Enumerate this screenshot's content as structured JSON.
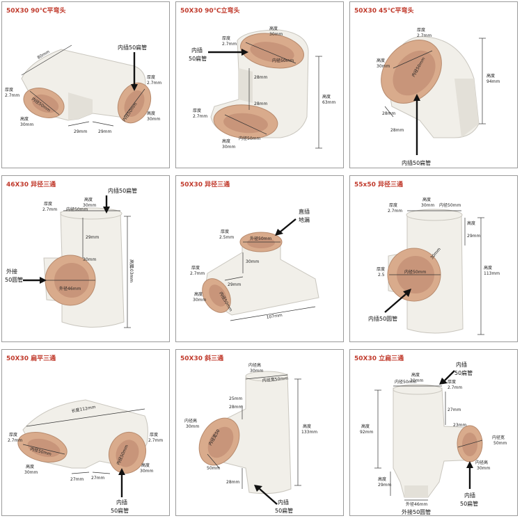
{
  "cells": [
    {
      "title": "50X30 90℃平弯头",
      "labels": {
        "length": "80mm",
        "thick_l1": "厚度",
        "thick_l2": "2.7mm",
        "height_l1": "高度",
        "height_l2": "30mm",
        "inner_l": "内径50mm",
        "seg1": "29mm",
        "seg2": "29mm",
        "thick_r1": "厚度",
        "thick_r2": "2.7mm",
        "inner_r": "内径50mm",
        "height_r1": "高度",
        "height_r2": "30mm",
        "callout1": "内插50扁管"
      }
    },
    {
      "title": "50X30 90℃立弯头",
      "labels": {
        "thick_t1": "厚度",
        "thick_t2": "2.7mm",
        "height_t1": "高度",
        "height_t2": "30mm",
        "inner_t": "内径50mm",
        "seg1": "28mm",
        "seg2": "28mm",
        "thick_b1": "厚度",
        "thick_b2": "2.7mm",
        "inner_b": "内径50mm",
        "height_b1": "高度",
        "height_b2": "30mm",
        "total1": "高度",
        "total2": "63mm",
        "callout1": "内插",
        "callout2": "50扁管"
      }
    },
    {
      "title": "50X30 45℃平弯头",
      "labels": {
        "thick1": "厚度",
        "thick2": "2.7mm",
        "height1": "高度",
        "height2": "30mm",
        "inner": "内径50mm",
        "seg1": "28mm",
        "seg2": "28mm",
        "total1": "高度",
        "total2": "94mm",
        "callout1": "内插50扁管"
      }
    },
    {
      "title": "46X30 异径三通",
      "labels": {
        "height1": "高度",
        "height2": "30mm",
        "thick1": "厚度",
        "thick2": "2.7mm",
        "inner": "内径50mm",
        "seg1": "29mm",
        "seg2": "30mm",
        "outer": "外径46mm",
        "total1": "高度",
        "total2": "103mm",
        "callout_top": "内插50扁管",
        "callout_l1": "外接",
        "callout_l2": "50圆管"
      }
    },
    {
      "title": "50X30 异径三通",
      "labels": {
        "thick_t1": "厚度",
        "thick_t2": "2.5mm",
        "outer_t": "外径50mm",
        "seg1": "30mm",
        "thick_l1": "厚度",
        "thick_l2": "2.7mm",
        "seg2": "29mm",
        "height1": "高度",
        "height2": "30mm",
        "inner": "内径50mm",
        "length": "107mm",
        "callout1": "直插",
        "callout2": "地漏"
      }
    },
    {
      "title": "55x50 异径三通",
      "labels": {
        "height1": "高度",
        "height2": "30mm",
        "inner_t": "内径50mm",
        "thick1": "厚度",
        "thick2": "2.7mm",
        "seg_r1": "高度",
        "seg_r2": "29mm",
        "seg_mid": "30mm",
        "thick_l1": "厚度",
        "thick_l2": "2.5",
        "inner_b": "内径50mm",
        "total1": "高度",
        "total2": "113mm",
        "callout1": "内插50圆管"
      }
    },
    {
      "title": "50X30 扁平三通",
      "labels": {
        "length": "长度112mm",
        "thick_l1": "厚度",
        "thick_l2": "2.7mm",
        "inner_l": "内径50mm",
        "height_l1": "高度",
        "height_l2": "30mm",
        "seg1": "27mm",
        "seg2": "27mm",
        "inner_r": "内径50mm",
        "thick_r1": "厚度",
        "thick_r2": "2.7mm",
        "height_r1": "高度",
        "height_r2": "30mm",
        "callout1": "内插",
        "callout2": "50扁管"
      }
    },
    {
      "title": "50X30 斜三通",
      "labels": {
        "inner_h1": "内径高",
        "inner_h2": "30mm",
        "inner_w": "内径宽50mm",
        "seg1": "25mm",
        "seg2": "28mm",
        "inner_l1": "内径高",
        "inner_l2": "30mm",
        "inner_l3": "内径宽50",
        "side": "50mm",
        "seg3": "28mm",
        "total1": "高度",
        "total2": "133mm",
        "callout1": "内插",
        "callout2": "50扁管"
      }
    },
    {
      "title": "50X30 立扁三通",
      "labels": {
        "height1": "高度",
        "height2": "30mm",
        "inner": "内径50mm",
        "thick1": "厚度",
        "thick2": "2.7mm",
        "seg1": "27mm",
        "seg2": "23mm",
        "total1": "高度",
        "total2": "92mm",
        "inner_r1": "内径宽",
        "inner_r2": "50mm",
        "inner_h1": "内径高",
        "inner_h2": "30mm",
        "low1": "高度",
        "low2": "29mm",
        "outer": "外径46mm",
        "callout_t1": "内插",
        "callout_t2": "50扁管",
        "callout_r1": "内插",
        "callout_r2": "50扁管",
        "callout_b": "外接50圆管"
      }
    }
  ]
}
